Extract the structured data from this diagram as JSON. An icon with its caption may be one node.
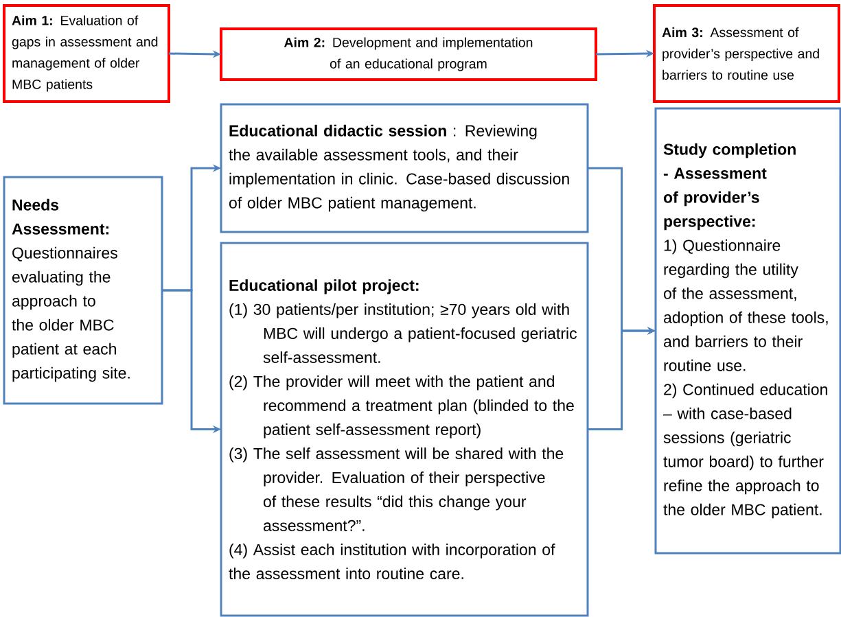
{
  "diagram": {
    "nodes": [
      {
        "text": [
          "**Aim 1:** Evaluation of gaps in assessment and management of older MBC patients"
        ]
      },
      {
        "text": [
          "**Aim 2:** Development and implementation of an educational program"
        ]
      },
      {
        "text": [
          "**Aim 3:** Assessment of provider’s perspective and barriers to routine use"
        ]
      },
      {
        "text": [
          "Needs Assessment:",
          "Questionnaires evaluating the approach to the older MBC patient at each participating site."
        ]
      },
      {
        "text": [
          "**Educational didactic session** : Reviewing the available assessment tools, and their implementation in clinic. Case-based discussion of older MBC patient management."
        ]
      },
      {
        "text": [
          "Educational pilot project:",
          "(1) 30 patients/per institution; ≥70 years old with MBC will undergo a patient-focused geriatric self-assessment.",
          "(2) The provider will meet with the patient and recommend a treatment plan (blinded to the patient self-assessment report)",
          "(3) The self assessment will be shared with the provider. Evaluation of their perspective of these results “did this change your assessment?”.",
          "(4) Assist each institution with incorporation of the assessment into routine care."
        ]
      },
      {
        "text": [
          "Study completion - Assessment of provider’s perspective:",
          "1) Questionnaire regarding the utility of the assessment, adoption of these tools, and barriers to their routine use.",
          "2) Continued education – with case-based sessions (geriatric tumor board) to further refine the approach to the older MBC patient."
        ]
      }
    ],
    "edges": [
      {
        "from": 0,
        "to": 1,
        "arrow": "to"
      },
      {
        "from": 1,
        "to": 2,
        "arrow": "to"
      },
      {
        "from": 3,
        "to": 4,
        "arrow": "to"
      },
      {
        "from": 3,
        "to": 5,
        "arrow": "to"
      },
      {
        "from": 4,
        "to": 6,
        "arrow": "to"
      },
      {
        "from": 5,
        "to": 6,
        "arrow": "to"
      }
    ]
  }
}
